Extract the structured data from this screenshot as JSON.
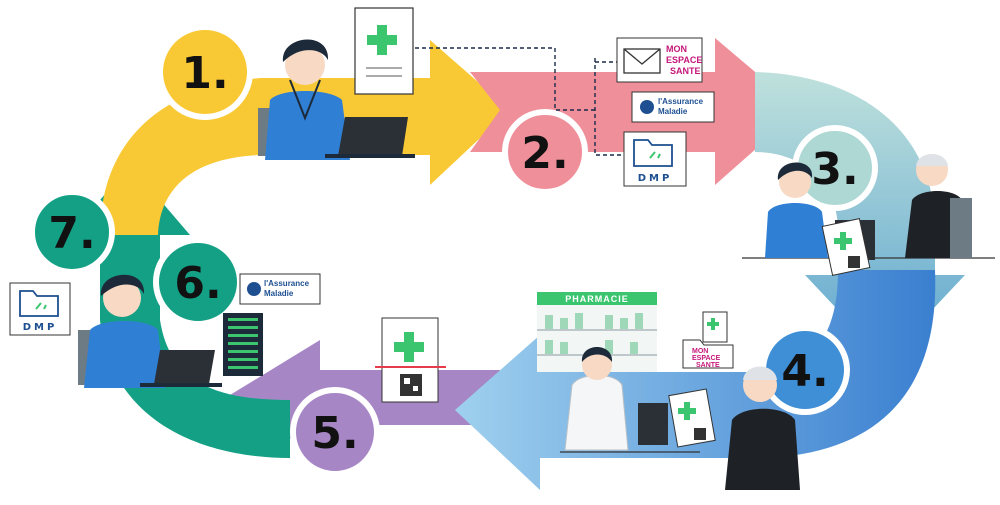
{
  "colors": {
    "yellow": "#f9c935",
    "pink": "#ef8f9a",
    "teal_light": "#9fd3cf",
    "blue": "#3f8fd6",
    "lightblue": "#6aaee3",
    "purple": "#a786c6",
    "green": "#14a085",
    "cross": "#3cc56f",
    "navy": "#1d4f91",
    "magenta": "#c4177a"
  },
  "steps": [
    {
      "number": "1."
    },
    {
      "number": "2."
    },
    {
      "number": "3."
    },
    {
      "number": "4."
    },
    {
      "number": "5."
    },
    {
      "number": "6."
    },
    {
      "number": "7."
    }
  ],
  "logos": {
    "mon_espace_sante": {
      "line1": "MON",
      "line2": "ESPACE",
      "line3": "SANTE"
    },
    "assurance_maladie": {
      "line1": "l'Assurance",
      "line2": "Maladie"
    },
    "dmp": "DMP",
    "pharmacy": "PHARMACIE"
  },
  "icons": [
    "prescription-icon",
    "envelope-icon",
    "folder-icon",
    "qr-code-icon",
    "server-rack-icon",
    "laptop-icon",
    "doctor-icon",
    "patient-icon",
    "pharmacist-icon"
  ]
}
